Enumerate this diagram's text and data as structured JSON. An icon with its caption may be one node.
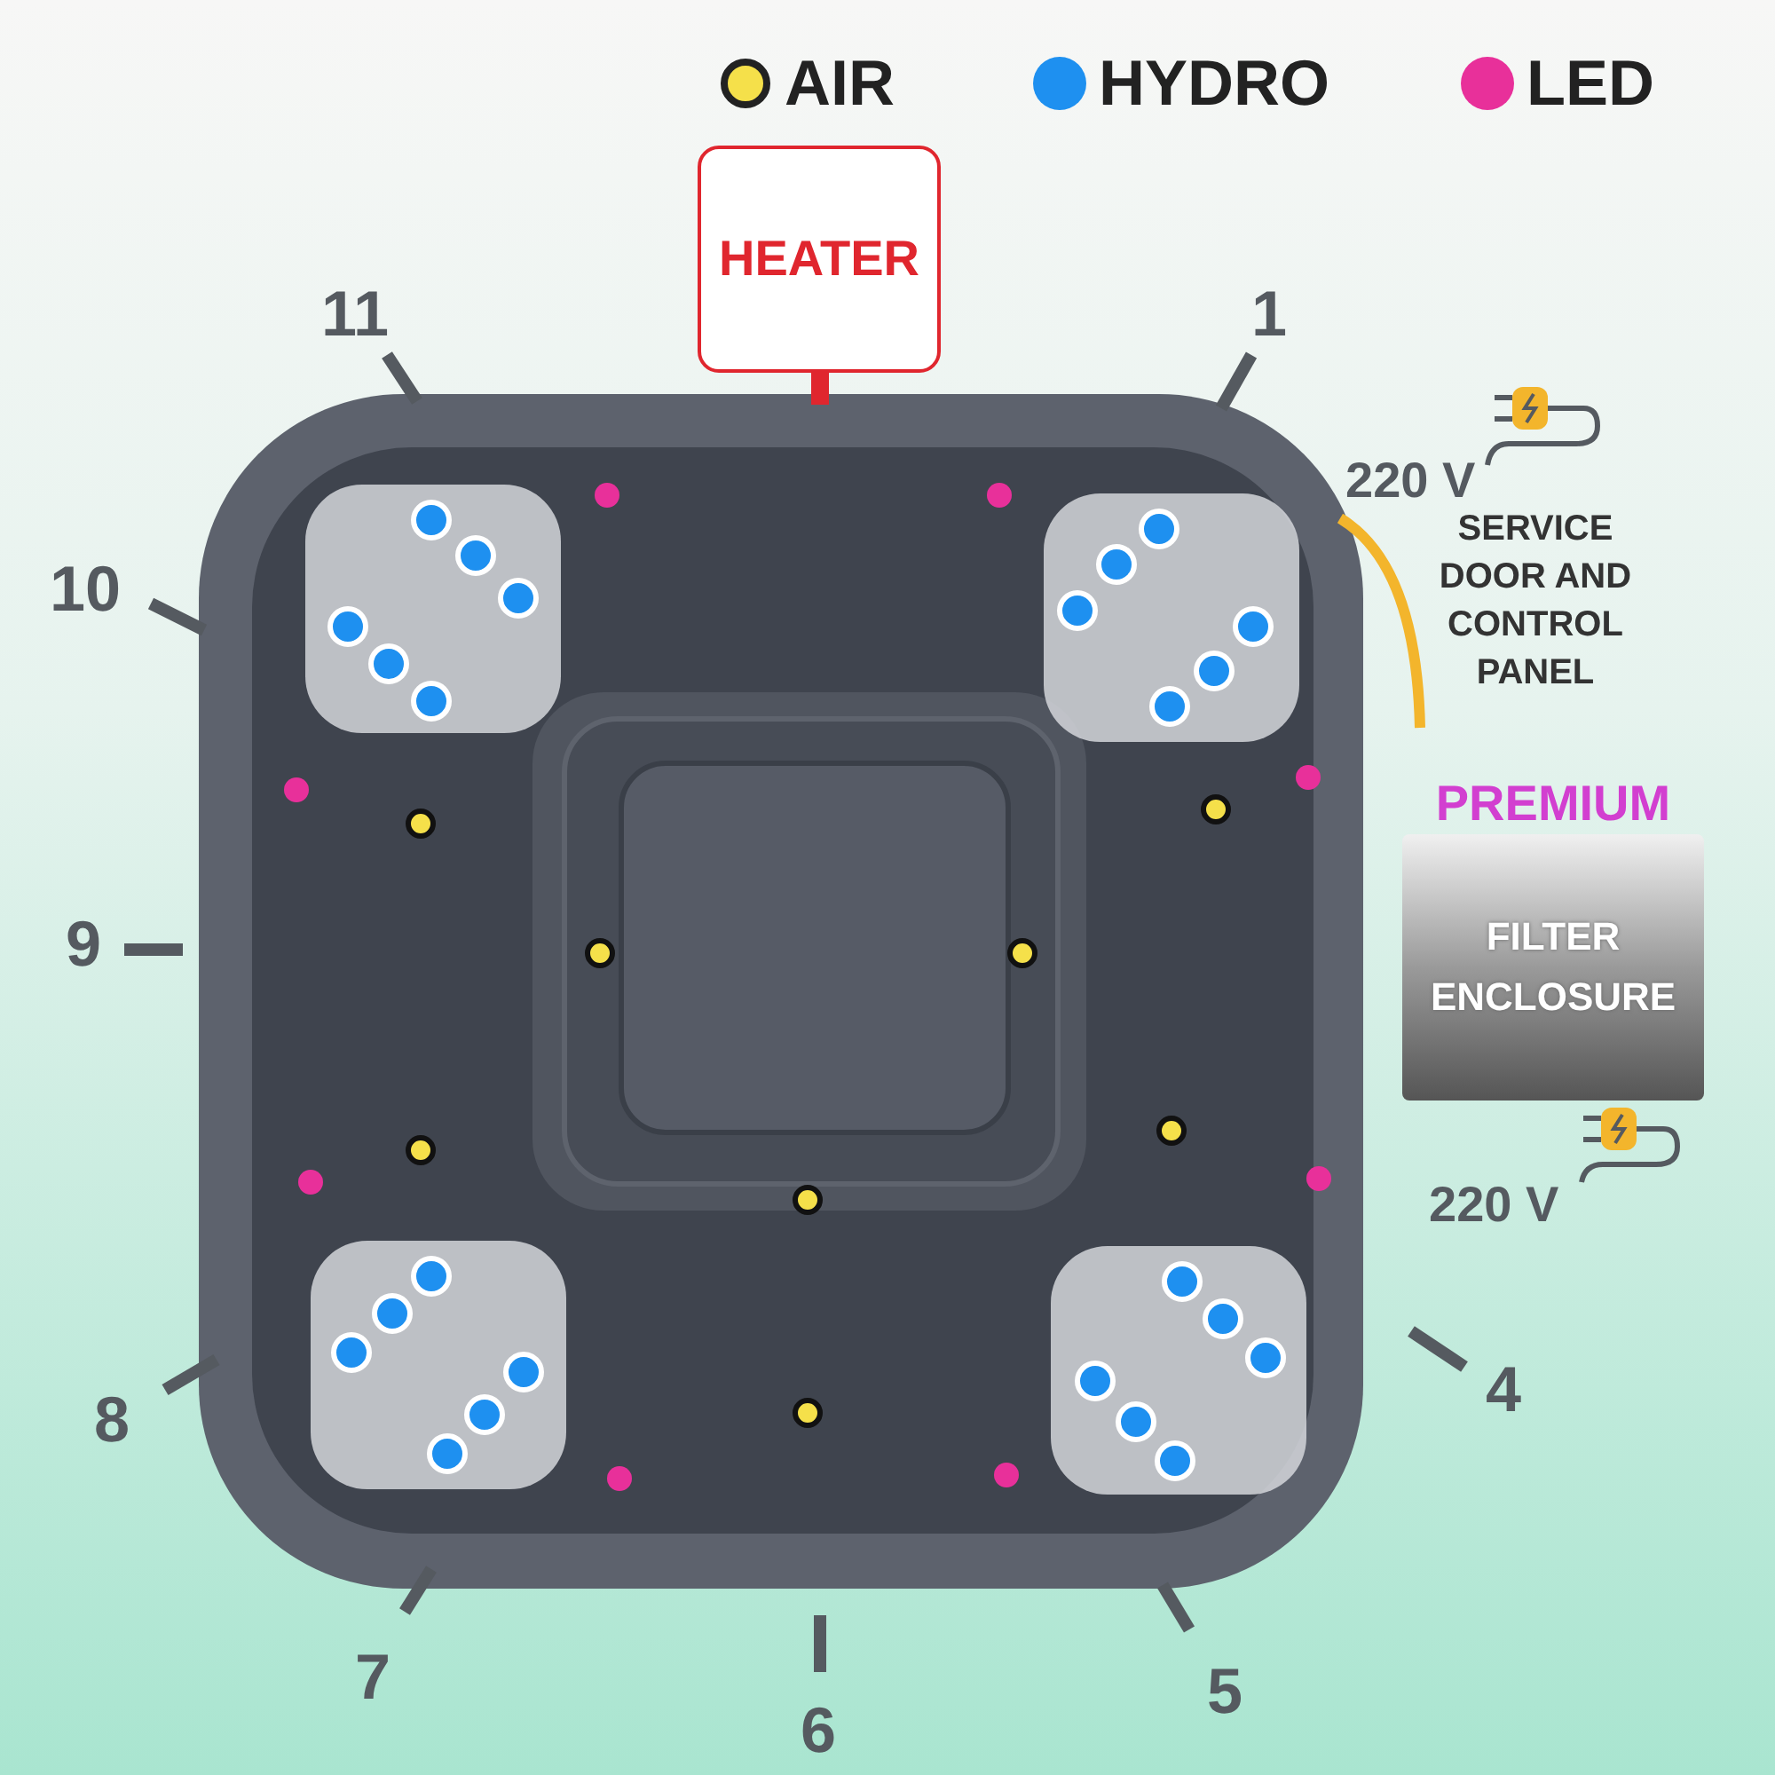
{
  "diagram": {
    "nodes": [
      {
        "text": [
          "HEATER"
        ]
      },
      {
        "text": [],
        "shape": "picture"
      },
      {
        "text": [
          "PREMIUM",
          "FILTER ENCLOSURE"
        ]
      }
    ],
    "edges": [
      {
        "from": 0,
        "to": 1,
        "arrow": "none",
        "color": "#e0262e"
      }
    ],
    "labels": [
      "11",
      "1",
      "220 V",
      "SERVICE DOOR AND CONTROL PANEL",
      "10",
      "9",
      "220 V",
      "4",
      "8",
      "7",
      "5",
      "6"
    ],
    "legend": [
      {
        "text": "AIR",
        "color": "#f5e04a"
      },
      {
        "text": "HYDRO",
        "color": "#1e90f0"
      },
      {
        "text": "LED",
        "color": "#e8309a"
      }
    ]
  }
}
